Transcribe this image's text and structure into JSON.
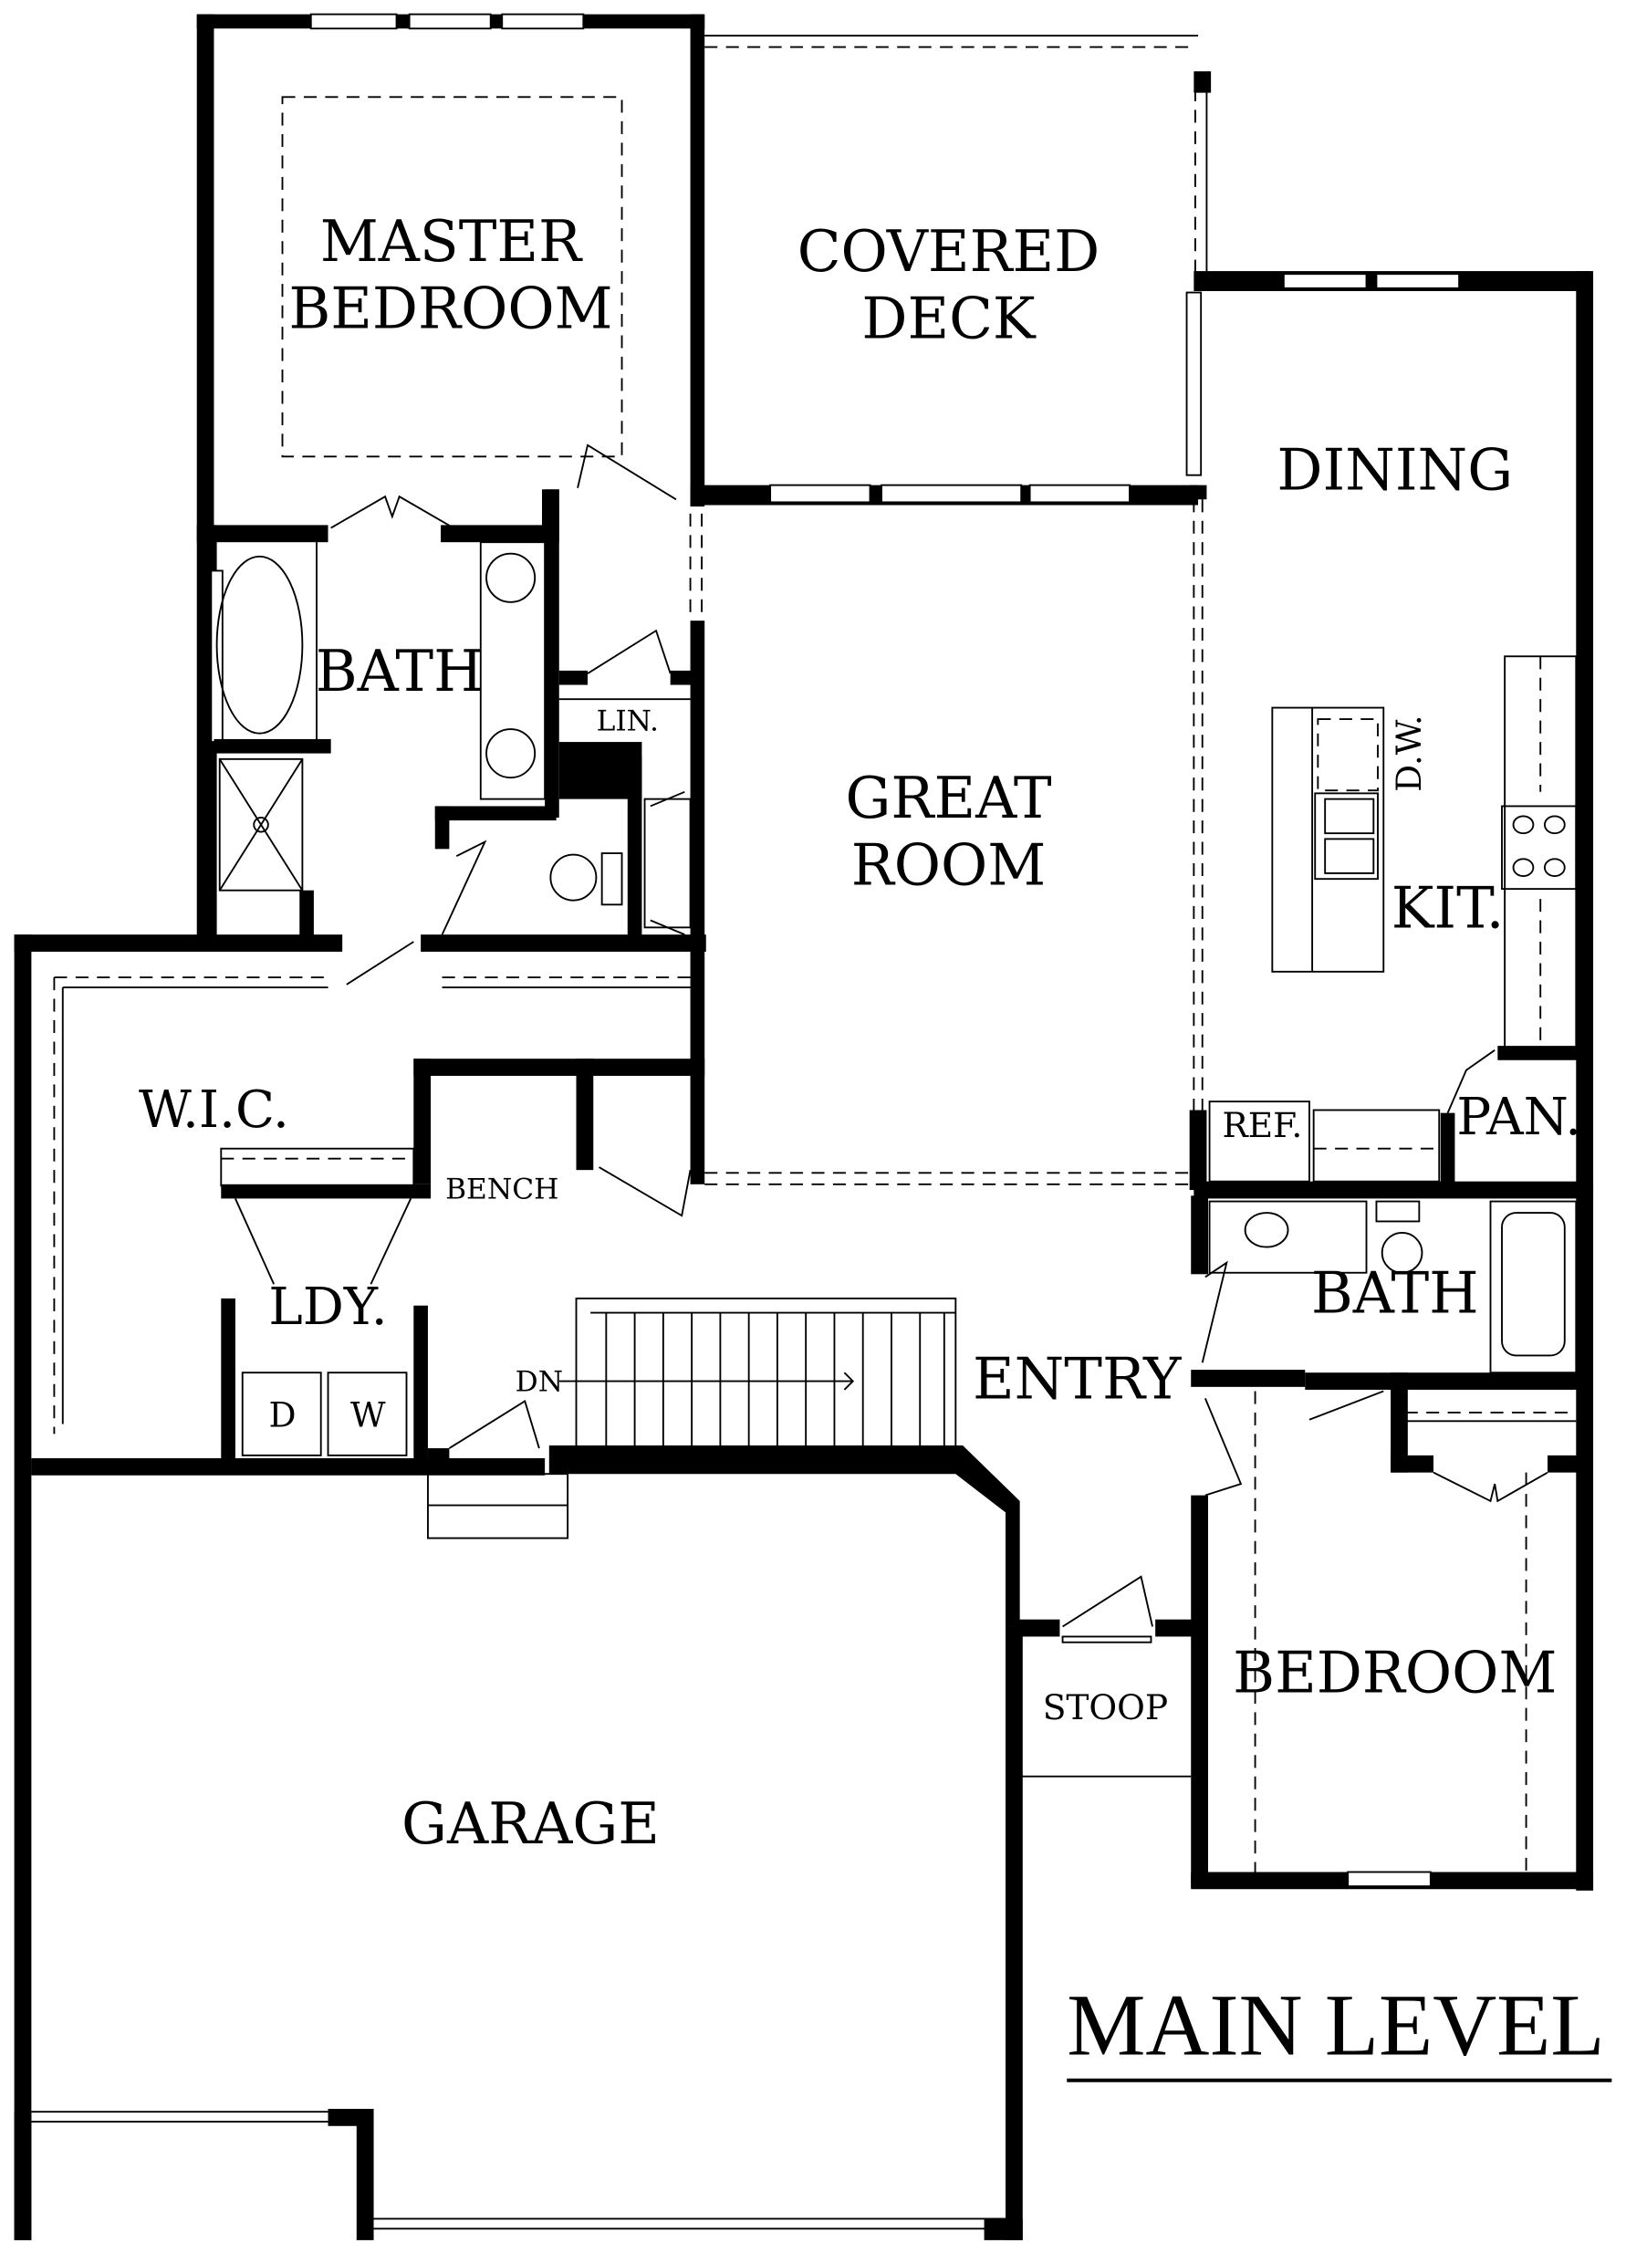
{
  "plan": {
    "title": "MAIN LEVEL",
    "rooms": {
      "master_bedroom": [
        "MASTER",
        "BEDROOM"
      ],
      "covered_deck": [
        "COVERED",
        "DECK"
      ],
      "dining": "DINING",
      "master_bath": "BATH",
      "linen": "LIN.",
      "great_room": [
        "GREAT",
        "ROOM"
      ],
      "kitchen": "KIT.",
      "dishwasher": "D.W.",
      "refrigerator": "REF.",
      "pantry": "PAN.",
      "wic": "W.I.C.",
      "bench": "BENCH",
      "laundry": "LDY.",
      "dryer": "D",
      "washer": "W",
      "stairs_down": "DN",
      "entry": "ENTRY",
      "bath2": "BATH",
      "bedroom": "BEDROOM",
      "stoop": "STOOP",
      "garage": "GARAGE"
    }
  }
}
